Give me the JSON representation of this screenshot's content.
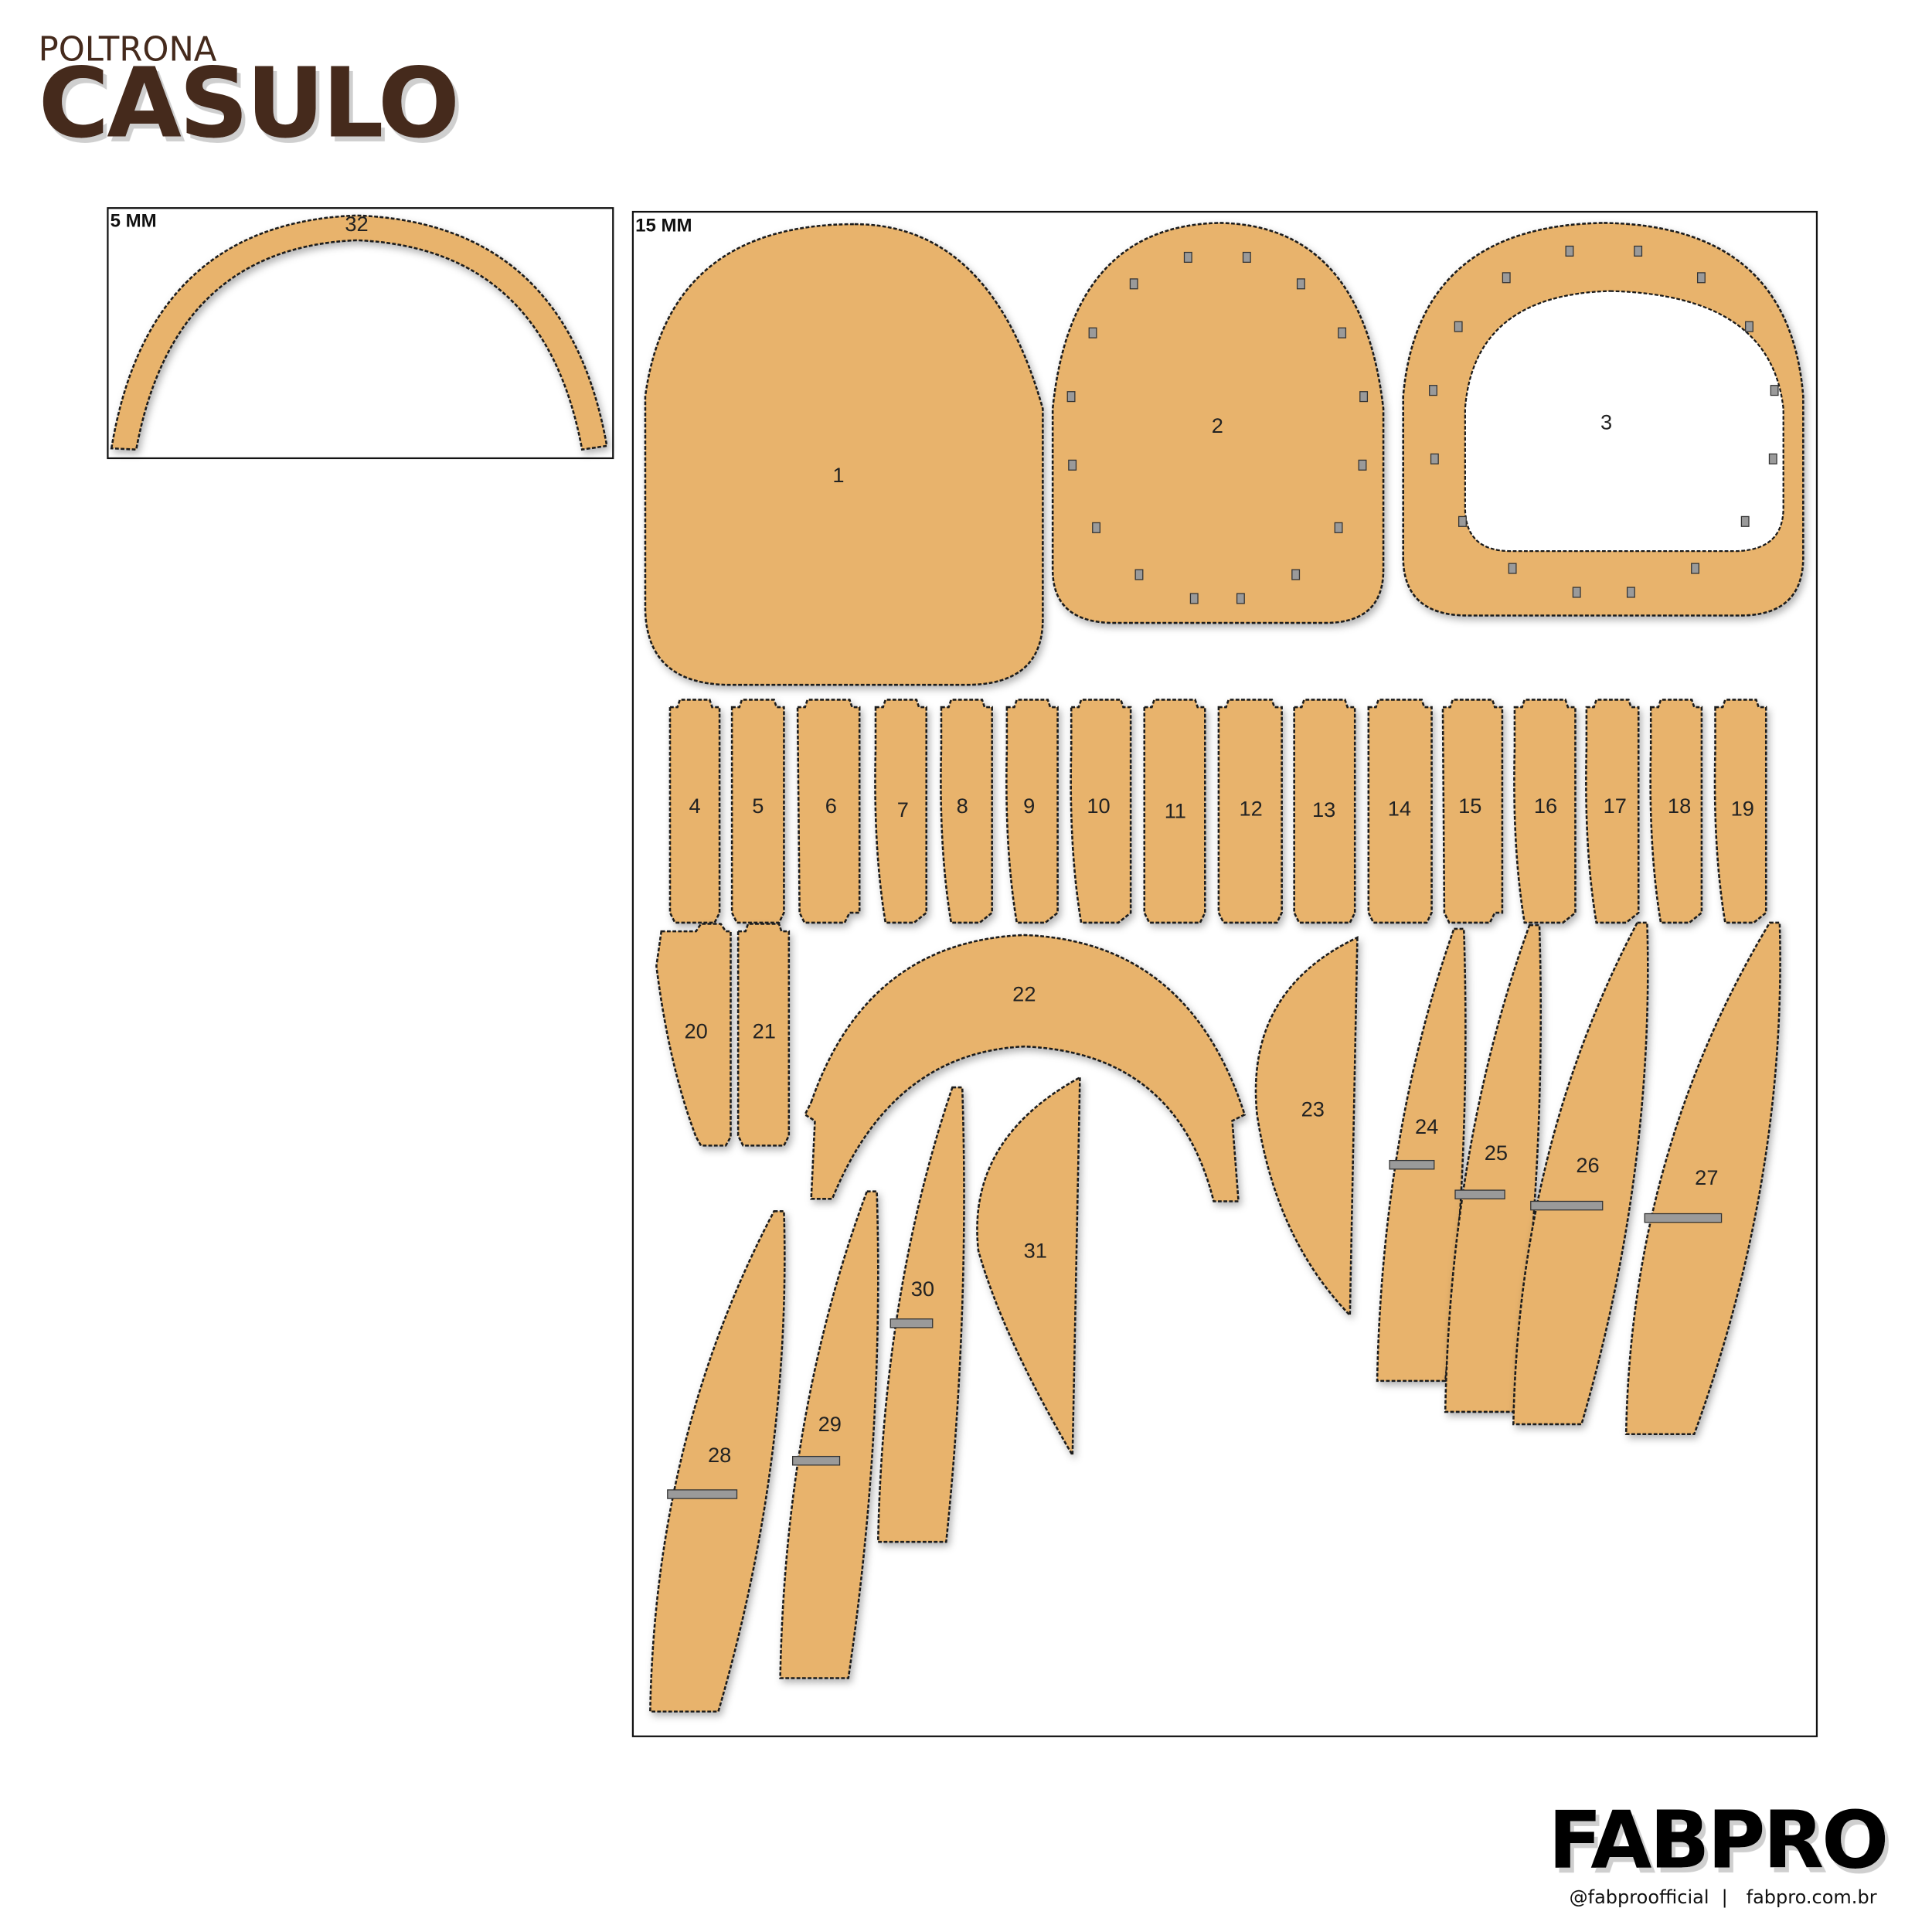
{
  "header": {
    "subtitle": "POLTRONA",
    "title": "CASULO"
  },
  "sheets": [
    {
      "label": "5 MM",
      "parts": [
        "32"
      ]
    },
    {
      "label": "15 MM",
      "parts": [
        "1",
        "2",
        "3",
        "4",
        "5",
        "6",
        "7",
        "8",
        "9",
        "10",
        "11",
        "12",
        "13",
        "14",
        "15",
        "16",
        "17",
        "18",
        "19",
        "20",
        "21",
        "22",
        "23",
        "24",
        "25",
        "26",
        "27",
        "28",
        "29",
        "30",
        "31"
      ]
    }
  ],
  "footer": {
    "brand": "FABPRO",
    "instagram": "@fabproofficial",
    "separator": "|",
    "website": "fabpro.com.br"
  },
  "colors": {
    "wood": "#e8b36c",
    "title": "#452a1c"
  }
}
